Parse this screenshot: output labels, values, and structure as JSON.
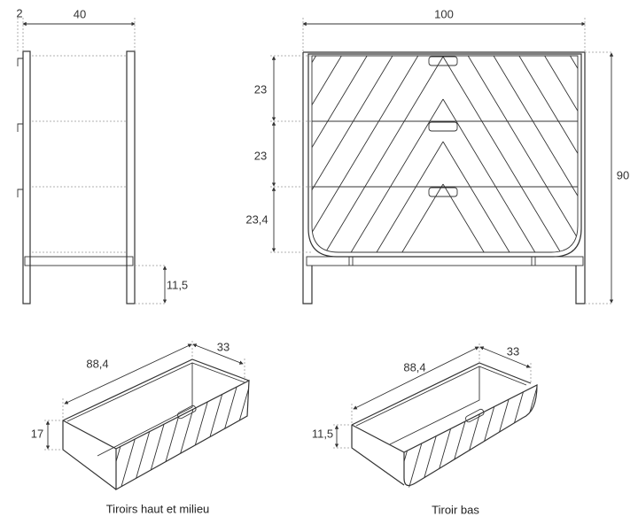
{
  "side_view": {
    "depth_label": "40",
    "offset_label": "2",
    "leg_height_label": "11,5"
  },
  "front_view": {
    "width_label": "100",
    "height_label": "90",
    "drawer_heights": [
      "23",
      "23",
      "23,4"
    ]
  },
  "drawer_top_middle": {
    "length_label": "88,4",
    "depth_label": "33",
    "height_label": "17",
    "caption": "Tiroirs haut et milieu"
  },
  "drawer_bottom": {
    "length_label": "88,4",
    "depth_label": "33",
    "height_label": "11,5",
    "caption": "Tiroir bas"
  },
  "colors": {
    "line": "#333333",
    "guide": "#999999",
    "background": "#ffffff"
  }
}
